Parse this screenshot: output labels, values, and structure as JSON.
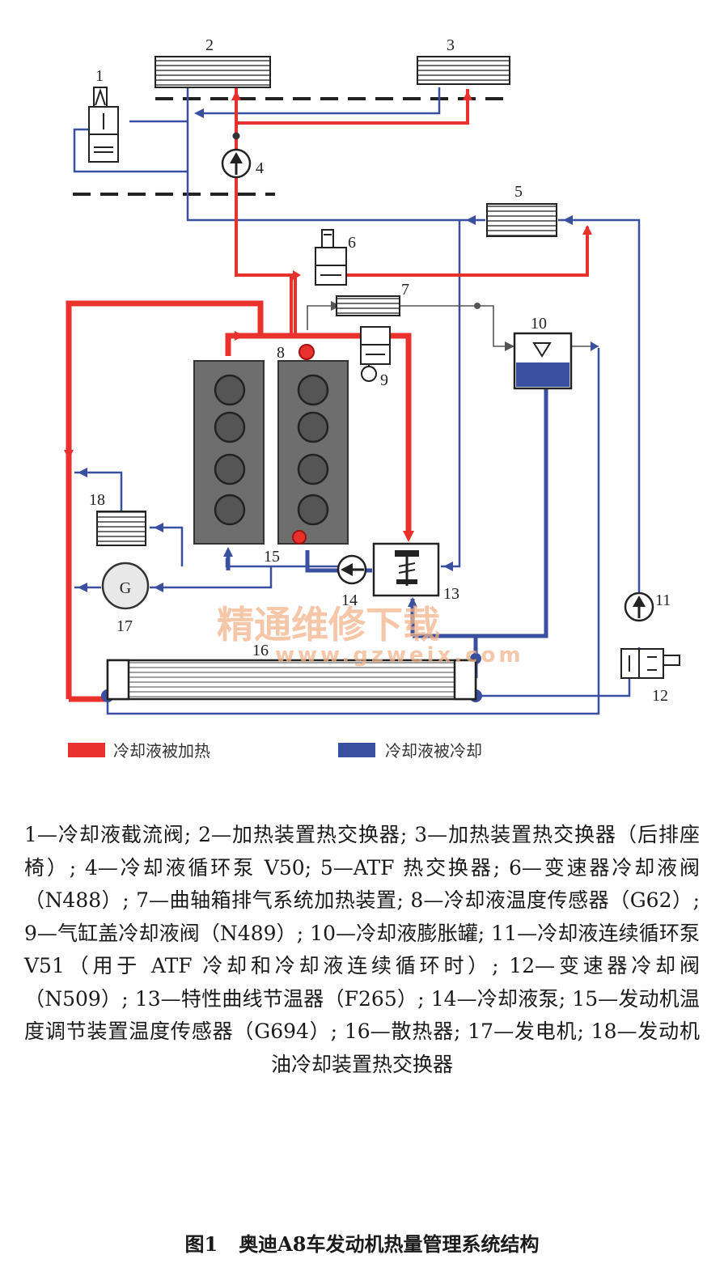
{
  "labels": {
    "c1": "1",
    "c2": "2",
    "c3": "3",
    "c4": "4",
    "c5": "5",
    "c6": "6",
    "c7": "7",
    "c8": "8",
    "c9": "9",
    "c10": "10",
    "c11": "11",
    "c12": "12",
    "c13": "13",
    "c14": "14",
    "c15": "15",
    "c16": "16",
    "c17": "17",
    "c18": "18"
  },
  "generator_symbol": "G",
  "legend": {
    "heated": "冷却液被加热",
    "cooled": "冷却液被冷却"
  },
  "colors": {
    "heated": "#e8312c",
    "cooled": "#3a4fa0",
    "engine": "#6e6e6e"
  },
  "watermark": {
    "line1": "精通维修下载",
    "line2": "www.gzweix.com"
  },
  "caption": "1—冷却液截流阀; 2—加热装置热交换器; 3—加热装置热交换器（后排座椅）; 4—冷却液循环泵 V50; 5—ATF 热交换器; 6—变速器冷却液阀（N488）; 7—曲轴箱排气系统加热装置; 8—冷却液温度传感器（G62）; 9—气缸盖冷却液阀（N489）; 10—冷却液膨胀罐; 11—冷却液连续循环泵 V51（用于 ATF 冷却和冷却液连续循环时）; 12—变速器冷却阀（N509）; 13—特性曲线节温器（F265）; 14—冷却液泵; 15—发动机温度调节装置温度传感器（G694）; 16—散热器; 17—发电机; 18—发动机油冷却装置热交换器",
  "figure": {
    "label": "图1",
    "title": "奥迪A8车发动机热量管理系统结构"
  }
}
